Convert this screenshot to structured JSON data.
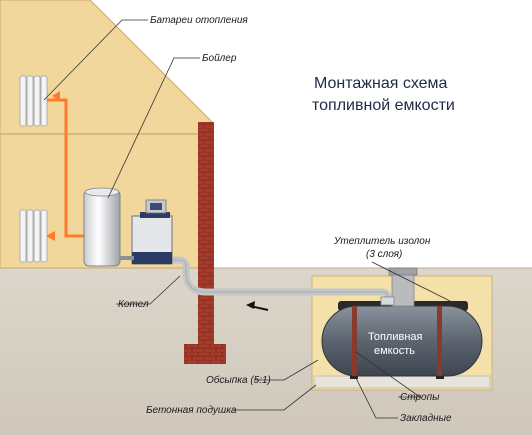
{
  "title": {
    "line1": "Монтажная схема",
    "line2": "топливной емкости"
  },
  "labels": {
    "radiators": "Батареи отопления",
    "boiler_tank": "Бойлер",
    "boiler": "Котел",
    "insulation_line1": "Утеплитель изолон",
    "insulation_line2": "(3 слоя)",
    "tank_line1": "Топливная",
    "tank_line2": "емкость",
    "backfill": "Обсыпка (5:1)",
    "slings": "Стропы",
    "concrete_pad": "Бетонная подушка",
    "embedded": "Закладные"
  },
  "colors": {
    "wall": "#f2d79c",
    "ground": "#d9d2c6",
    "sand": "#f3e1a9",
    "tank": "#5c6470",
    "brick": "#a63b2c",
    "hot_pipe": "#ff7a2a",
    "fuel_pipe": "#c4c6c8",
    "title": "#1f2a44"
  },
  "icons": {
    "flow_arrow": "arrow-left-icon"
  }
}
